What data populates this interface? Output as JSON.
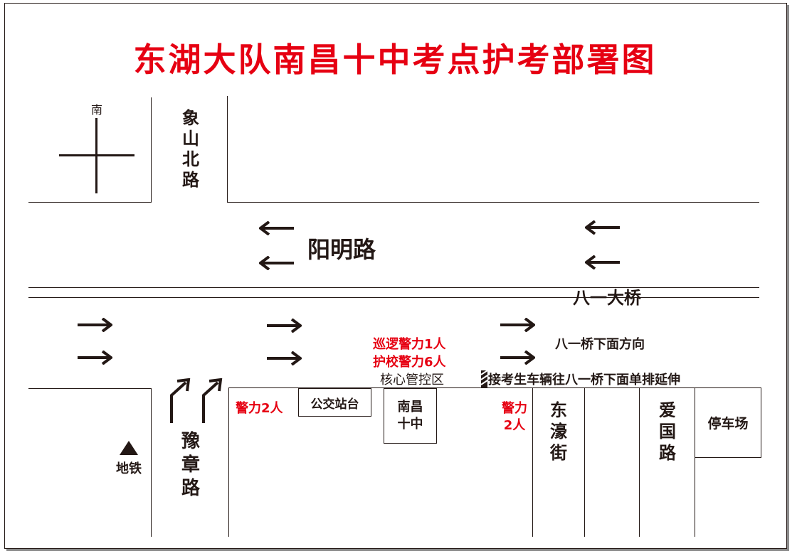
{
  "title": "东湖大队南昌十中考点护考部署图",
  "compass": {
    "label": "南"
  },
  "roads": {
    "xiangshan": "象山北路",
    "yangming": "阳明路",
    "bayi_bridge": "八一大桥",
    "yuzhang": "豫章路",
    "donghao": "东濠街",
    "aiguo": "爱国路"
  },
  "labels": {
    "patrol": "巡逻警力1人",
    "school_guard": "护校警力6人",
    "core_zone": "核心管控区",
    "bridge_under": "八一桥下面方向",
    "queue": "接考生车辆往八一桥下面单排延伸",
    "police_left": "警力2人",
    "police_right": "警力2人",
    "metro": "地铁"
  },
  "places": {
    "bus_stop": "公交站台",
    "school": "南昌十中",
    "parking": "停车场"
  },
  "icons": {
    "left_arrow": "left-arrow-icon",
    "right_arrow": "right-arrow-icon",
    "turn_arrow": "turn-up-right-arrow-icon",
    "metro": "metro-triangle-icon",
    "stripe": "stripe-marker-icon"
  },
  "colors": {
    "accent": "#e60012",
    "ink": "#231815"
  }
}
